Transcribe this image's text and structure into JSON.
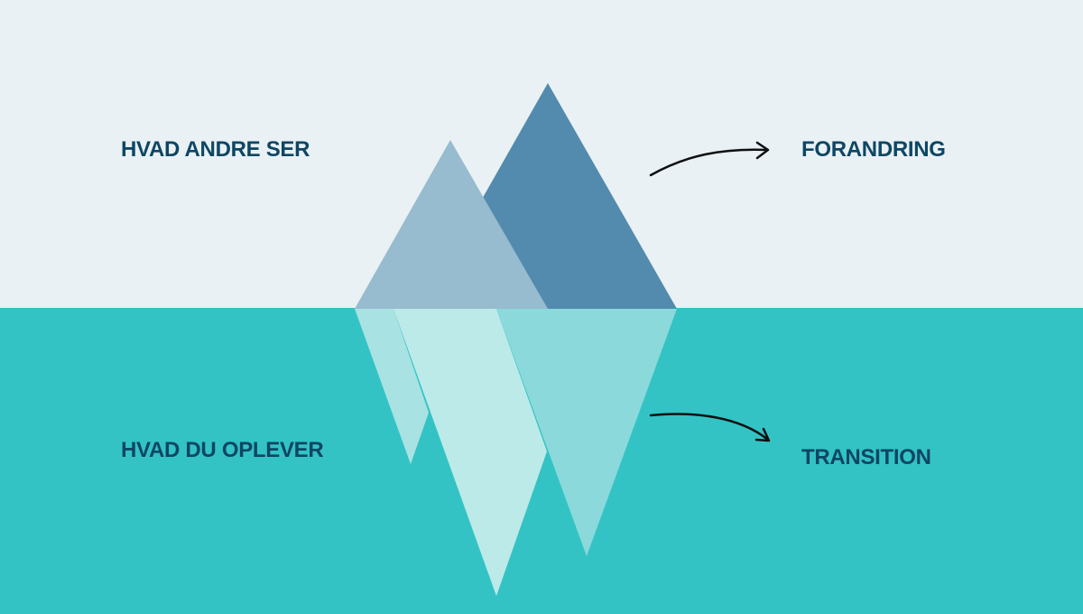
{
  "colors": {
    "sky": "#E9F1F5",
    "sea": "#33C3C5",
    "text": "#0E4663",
    "arrow": "#0F0F0F",
    "peak_back": "#528BAD",
    "peak_front": "#97BBCF",
    "under_left": "#A9E2E3",
    "under_center": "#BCEAE9",
    "under_right": "#8BD9DA"
  },
  "labels": {
    "above_water": "HVAD ANDRE SER",
    "below_water": "HVAD DU OPLEVER",
    "top_right": "FORANDRING",
    "bottom_right": "TRANSITION"
  },
  "icons": {
    "arrow_top": "curved-arrow-right-icon",
    "arrow_bottom": "curved-arrow-right-down-icon"
  }
}
